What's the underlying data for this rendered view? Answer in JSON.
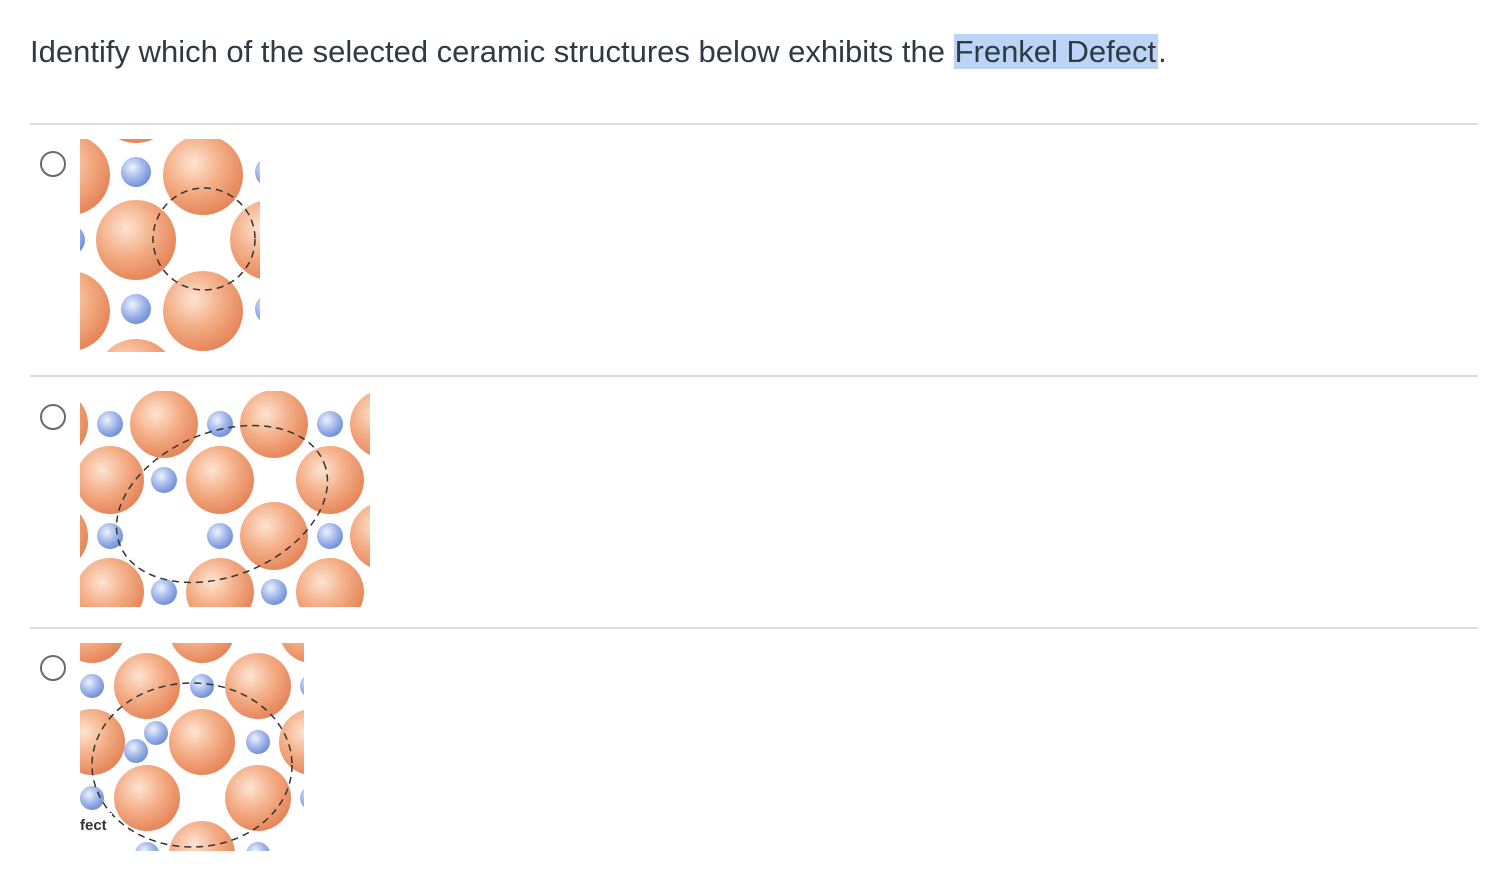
{
  "question": {
    "text_before": "Identify which of the selected ceramic structures below exhibits the ",
    "highlighted": "Frenkel Defect",
    "text_after": "."
  },
  "options": [
    {
      "image": "crystal lattice with vacancy circled (option 1)"
    },
    {
      "image": "crystal lattice with circled cation-anion pair vacancy (option 2)"
    },
    {
      "image": "crystal lattice with circled interstitial cation (option 3)",
      "caption_fragment": "fect"
    }
  ],
  "colors": {
    "highlight": "#bcd4f5",
    "divider": "#d9dcde",
    "radio_border": "#666b6e",
    "anion": "#f0a277",
    "cation": "#8fa9e3"
  }
}
